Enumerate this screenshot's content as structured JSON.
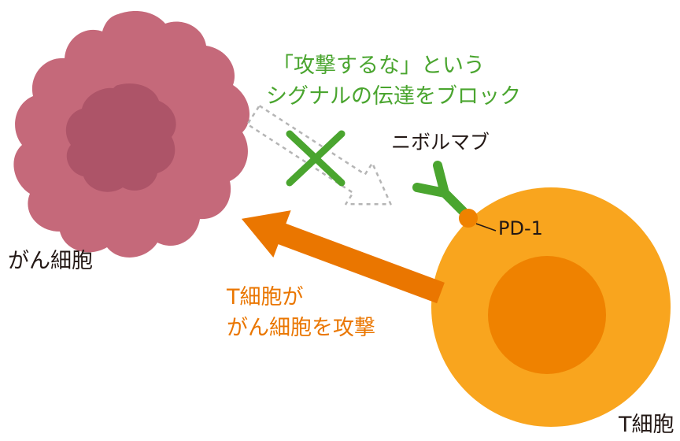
{
  "diagram": {
    "labels": {
      "cancer_cell": "がん細胞",
      "t_cell": "T細胞",
      "nivolumab": "ニボルマブ",
      "pd1": "PD-1"
    },
    "annotations": {
      "block_signal": {
        "line1": "「攻撃するな」という",
        "line2": "シグナルの伝達をブロック"
      },
      "attack": {
        "line1": "T細胞が",
        "line2": "がん細胞を攻撃"
      }
    },
    "icons": {
      "antibody": "antibody-y-icon",
      "block_x": "x-block-icon",
      "blocked_signal_arrow": "dashed-outline-arrow",
      "attack_arrow": "solid-orange-arrow"
    },
    "colors": {
      "cancer_cell_body": "#c5697a",
      "cancer_cell_nucleus": "#ad5468",
      "t_cell_body": "#f9a51e",
      "t_cell_nucleus": "#ef8200",
      "green": "#4aa52f",
      "orange": "#ea7600",
      "dashed_arrow": "#b5b5b5",
      "label_text": "#231815"
    }
  }
}
